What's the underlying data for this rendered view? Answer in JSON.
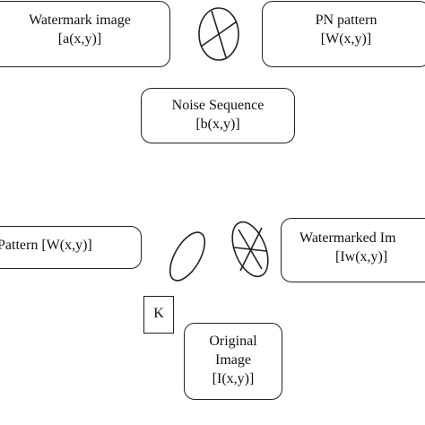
{
  "watermark_box": {
    "line1": "Watermark image",
    "line2": "[a(x,y)]"
  },
  "pn_box": {
    "line1": "PN pattern",
    "line2": "[W(x,y)]"
  },
  "noise_box": {
    "line1": "Noise Sequence",
    "line2": "[b(x,y)]"
  },
  "pattern_box": {
    "line1": "Pattern  [W(x,y)]"
  },
  "watermarked_box": {
    "line1": "Watermarked Im",
    "line2": "[Iw(x,y)]"
  },
  "key_box": {
    "label": "K"
  },
  "original_box": {
    "line1": "Original",
    "line2": "Image",
    "line3": "[I(x,y)]"
  },
  "symbols": [
    "xor-operator",
    "multiply-operator",
    "xor-operator"
  ],
  "colors": {
    "stroke": "#222222",
    "background": "#ffffff"
  }
}
